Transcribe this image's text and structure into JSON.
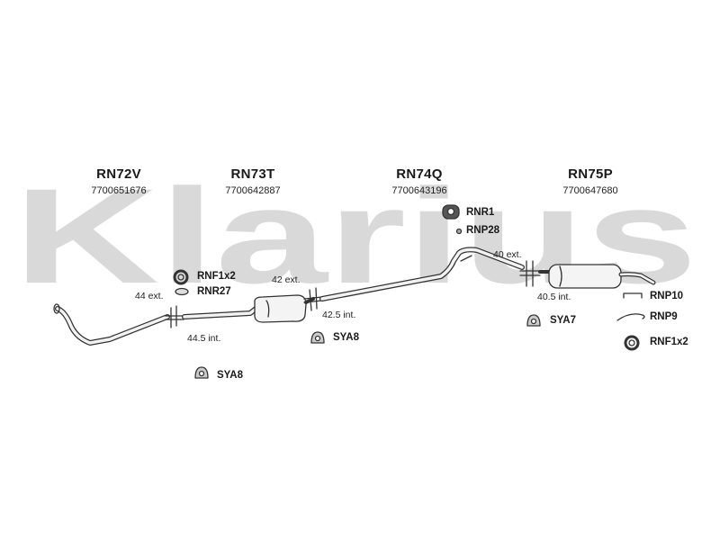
{
  "watermark": "Klarius",
  "sections": [
    {
      "code": "RN72V",
      "ref": "7700651676"
    },
    {
      "code": "RN73T",
      "ref": "7700642887"
    },
    {
      "code": "RN74Q",
      "ref": "7700643196"
    },
    {
      "code": "RN75P",
      "ref": "7700647680"
    }
  ],
  "parts": {
    "rnf1x2_a": "RNF1x2",
    "rnr27": "RNR27",
    "sya8_a": "SYA8",
    "sya8_b": "SYA8",
    "rnr1": "RNR1",
    "rnp28": "RNP28",
    "sya7": "SYA7",
    "rnp10": "RNP10",
    "rnp9": "RNP9",
    "rnf1x2_b": "RNF1x2"
  },
  "measures": {
    "m44ext": "44 ext.",
    "m445int": "44.5 int.",
    "m42ext": "42 ext.",
    "m425int": "42.5 int.",
    "m40ext": "40 ext.",
    "m405int": "40.5 int."
  },
  "colors": {
    "watermark": "#d9d9d9",
    "line": "#333333",
    "pipe_fill": "#f2f2f2"
  }
}
